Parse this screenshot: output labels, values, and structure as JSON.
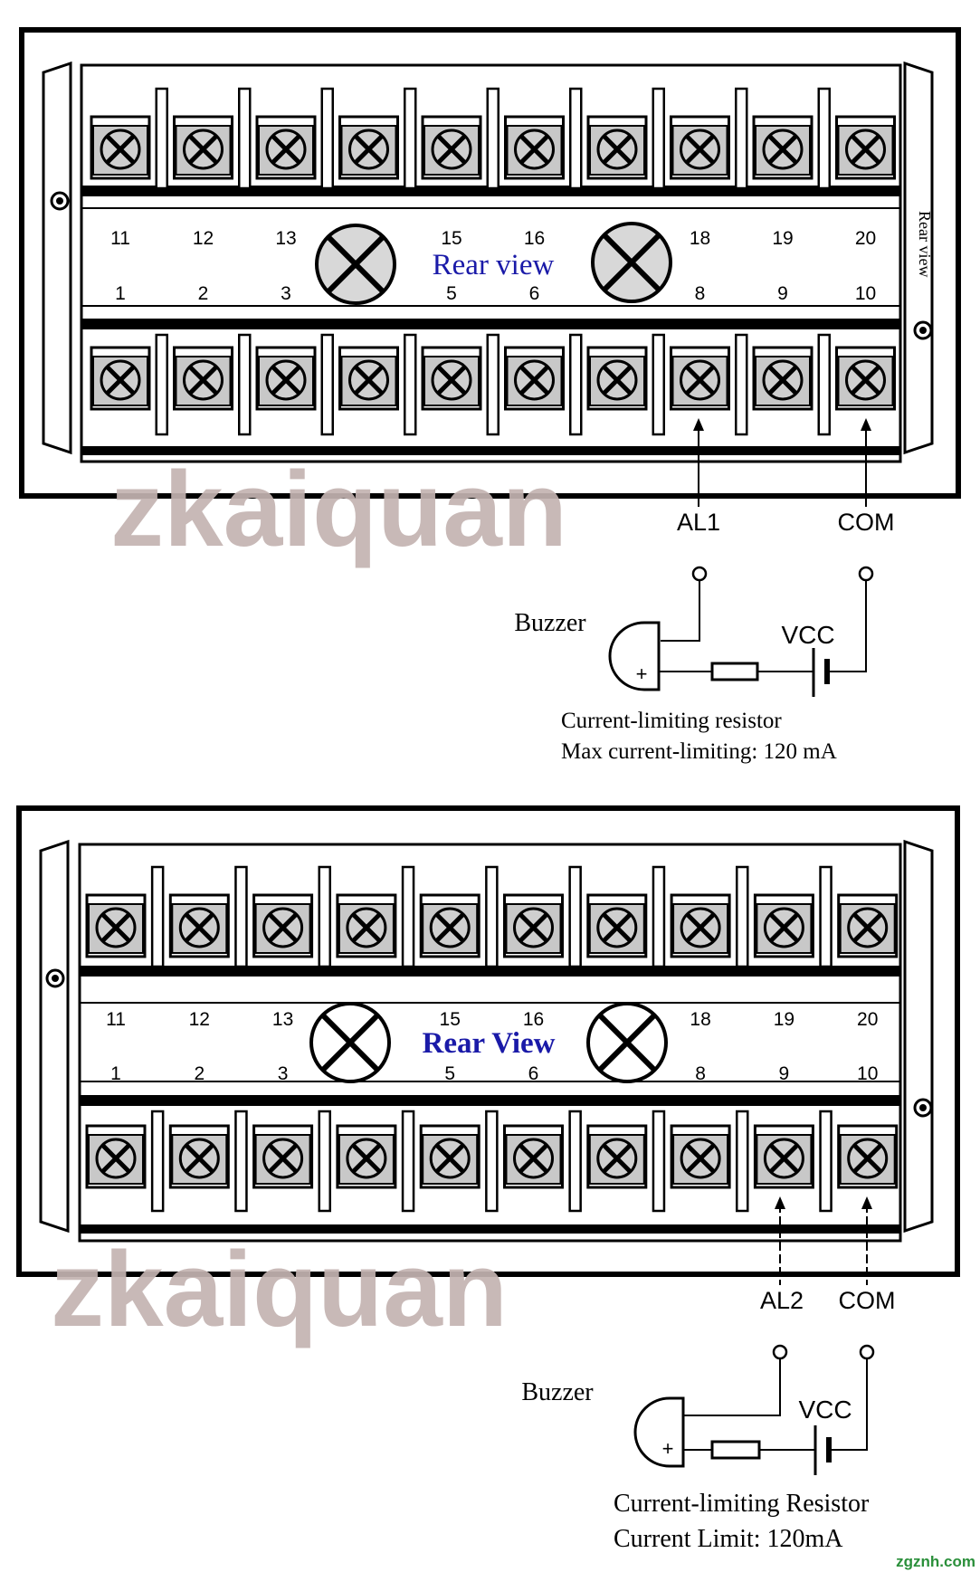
{
  "diagrams": [
    {
      "title": "Rear view",
      "side_label": "Rear view",
      "top_numbers": [
        "11",
        "12",
        "13",
        "",
        "15",
        "16",
        "",
        "18",
        "19",
        "20"
      ],
      "bottom_numbers": [
        "1",
        "2",
        "3",
        "",
        "5",
        "6",
        "",
        "8",
        "9",
        "10"
      ],
      "alarm_label": "AL1",
      "com_label": "COM",
      "vcc_label": "VCC",
      "buzzer_label": "Buzzer",
      "plus_sign": "+",
      "resistor_line1": "Current-limiting resistor",
      "resistor_line2": "Max current-limiting: 120 mA",
      "alarm_terminal": 8,
      "com_terminal": 10
    },
    {
      "title": "Rear View",
      "side_label": "",
      "top_numbers": [
        "11",
        "12",
        "13",
        "",
        "15",
        "16",
        "",
        "18",
        "19",
        "20"
      ],
      "bottom_numbers": [
        "1",
        "2",
        "3",
        "",
        "5",
        "6",
        "",
        "8",
        "9",
        "10"
      ],
      "alarm_label": "AL2",
      "com_label": "COM",
      "vcc_label": "VCC",
      "buzzer_label": "Buzzer",
      "plus_sign": "+",
      "resistor_line1": "Current-limiting Resistor",
      "resistor_line2": "Current Limit: 120mA",
      "alarm_terminal": 9,
      "com_terminal": 10
    }
  ],
  "watermark": "zkaiquan",
  "corner_logo": "zgznh.com",
  "colors": {
    "line": "#000000",
    "screw_fill": "#d8d8d8",
    "title_blue": "#1a1aa8",
    "watermark": "#c3b3b1",
    "logo_green": "#2a8f3a",
    "logo_orange": "#e07a10"
  }
}
